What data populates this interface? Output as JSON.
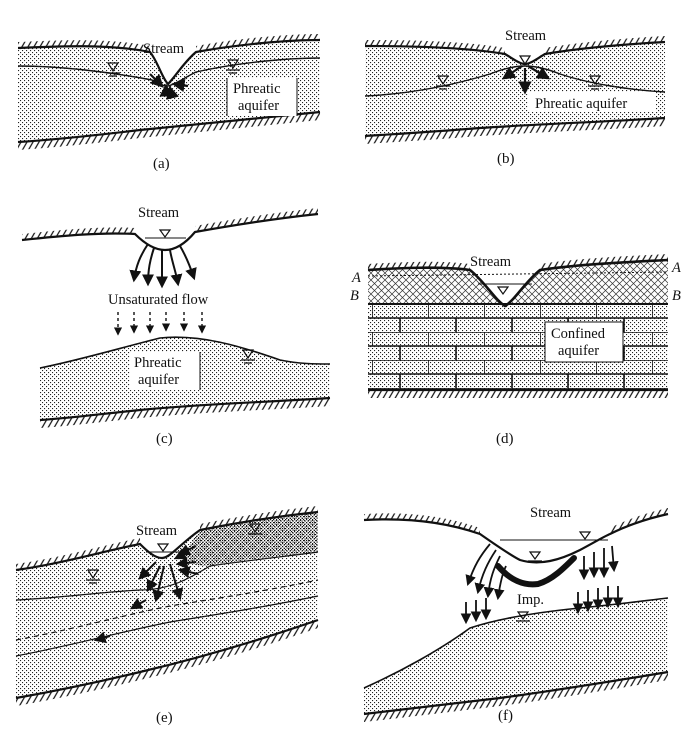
{
  "panels": [
    {
      "id": "a",
      "caption": "(a)",
      "stream": "Stream",
      "aquifer_line1": "Phreatic",
      "aquifer_line2": "aquifer"
    },
    {
      "id": "b",
      "caption": "(b)",
      "stream": "Stream",
      "aquifer": "Phreatic aquifer"
    },
    {
      "id": "c",
      "caption": "(c)",
      "stream": "Stream",
      "flow": "Unsaturated flow",
      "aquifer_line1": "Phreatic",
      "aquifer_line2": "aquifer"
    },
    {
      "id": "d",
      "caption": "(d)",
      "stream": "Stream",
      "aquifer_line1": "Confined",
      "aquifer_line2": "aquifer",
      "mark_a": "A",
      "mark_b": "B"
    },
    {
      "id": "e",
      "caption": "(e)",
      "stream": "Stream"
    },
    {
      "id": "f",
      "caption": "(f)",
      "stream": "Stream",
      "imp": "Imp."
    }
  ],
  "colors": {
    "ink": "#111111",
    "paper": "#ffffff"
  }
}
